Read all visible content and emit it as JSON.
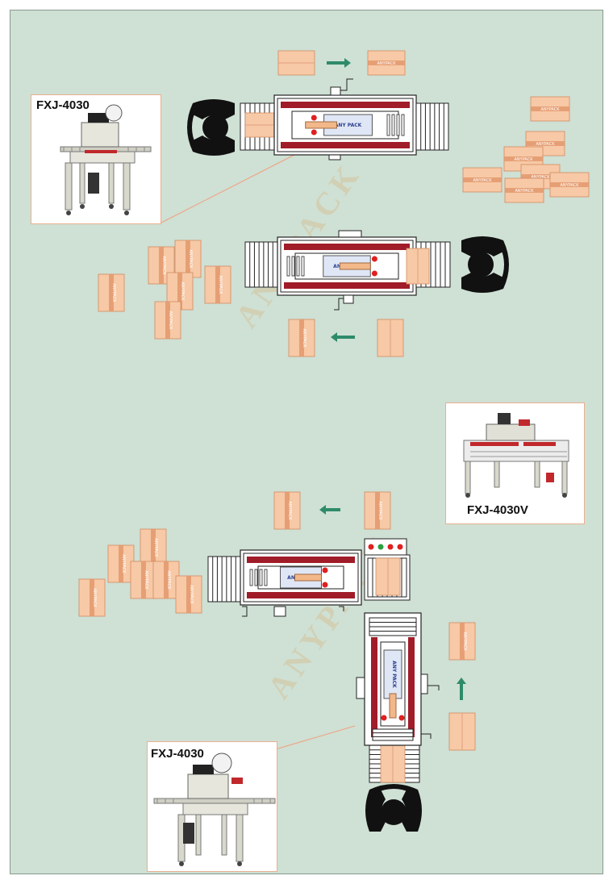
{
  "colors": {
    "background": "#cfe0d4",
    "box_fill": "#f7c9a6",
    "box_tape": "#e39a70",
    "belt_red": "#a01c28",
    "arrow_green": "#2e8b6a",
    "operator": "#111111",
    "callout_line": "#f0a080",
    "indicator_red": "#e02020",
    "indicator_green": "#2aa040"
  },
  "watermark": {
    "text": "ANYPACK"
  },
  "machines": [
    {
      "model": "FXJ-4030",
      "icon": "tape-sealer-machine-photo"
    },
    {
      "model": "FXJ-4030V",
      "icon": "folding-sealer-machine-photo"
    },
    {
      "model": "FXJ-4030",
      "icon": "tape-sealer-machine-photo"
    }
  ],
  "sealer_nameplate": "ANY PACK",
  "box_tape_text": "ANYPACK"
}
